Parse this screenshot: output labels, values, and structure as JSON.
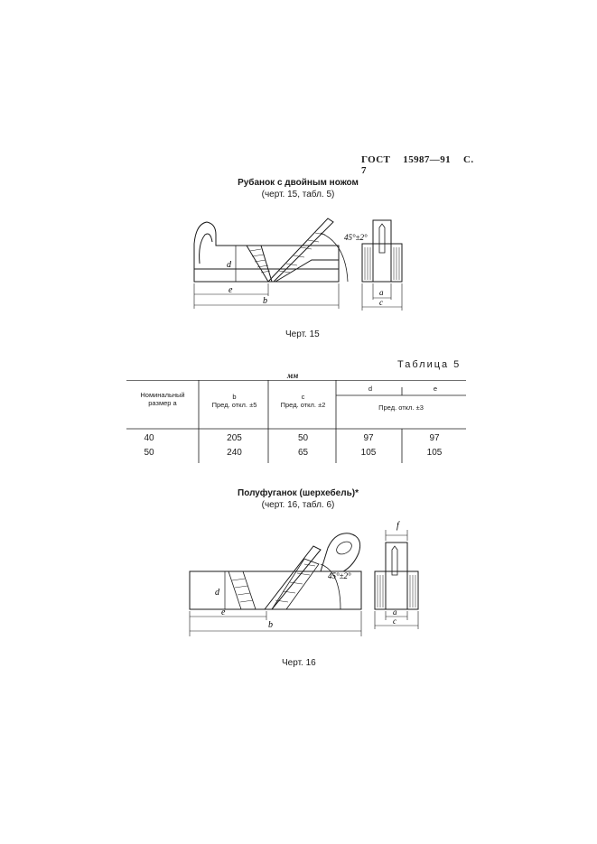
{
  "header": {
    "standard": "ГОСТ",
    "number": "15987—91",
    "page": "С. 7"
  },
  "section1": {
    "title": "Рубанок с двойным ножом",
    "subtitle": "(черт. 15, табл. 5)"
  },
  "figure15": {
    "angle": "45°±2°",
    "labels": {
      "d": "d",
      "e": "e",
      "b": "b",
      "a": "a",
      "c": "c"
    },
    "caption": "Черт. 15"
  },
  "table5": {
    "label": "Таблица 5",
    "units": "мм",
    "headers": {
      "a": "Номинальный размер a",
      "b_name": "b",
      "b_tol": "Пред. откл. ±5",
      "c_name": "c",
      "c_tol": "Пред. откл. ±2",
      "d": "d",
      "e": "e",
      "de_tol": "Пред. откл. ±3"
    },
    "rows": [
      {
        "a": "40",
        "b": "205",
        "c": "50",
        "d": "97",
        "e": "97"
      },
      {
        "a": "50",
        "b": "240",
        "c": "65",
        "d": "105",
        "e": "105"
      }
    ]
  },
  "section2": {
    "title": "Полуфуганок (шерхебель)*",
    "subtitle": "(черт. 16, табл. 6)"
  },
  "figure16": {
    "angle": "45°±2°",
    "labels": {
      "d": "d",
      "e": "e",
      "b": "b",
      "a": "a",
      "c": "c",
      "f": "f"
    },
    "caption": "Черт. 16"
  }
}
